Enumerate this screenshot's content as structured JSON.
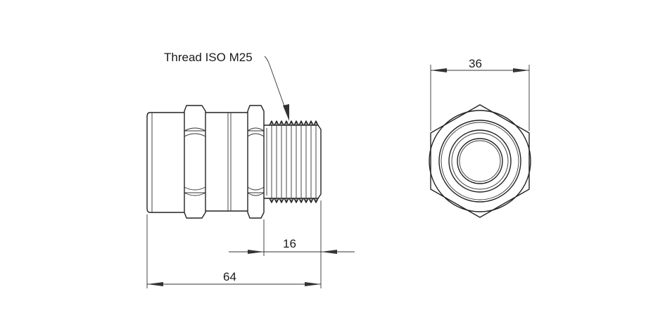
{
  "callout": {
    "text": "Thread ISO M25"
  },
  "dimensions": {
    "total_length": "64",
    "thread_length": "16",
    "across_flats": "36"
  },
  "colors": {
    "line": "#222222",
    "background": "#ffffff"
  }
}
